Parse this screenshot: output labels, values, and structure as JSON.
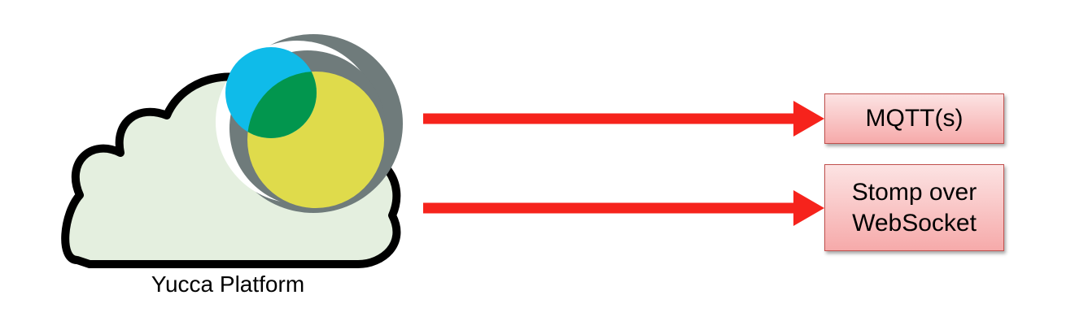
{
  "platform": {
    "caption": "Yucca Platform",
    "colors": {
      "cloud_fill": "#e4efdf",
      "cloud_stroke": "#000000",
      "ring": "#6f7b7b",
      "blue": "#0fbbe9",
      "yellow": "#dfdb4b",
      "green_overlap": "#02964e"
    }
  },
  "protocols": [
    {
      "label": "MQTT(s)"
    },
    {
      "label": "Stomp over WebSocket"
    }
  ],
  "arrow_color": "#f6231c"
}
